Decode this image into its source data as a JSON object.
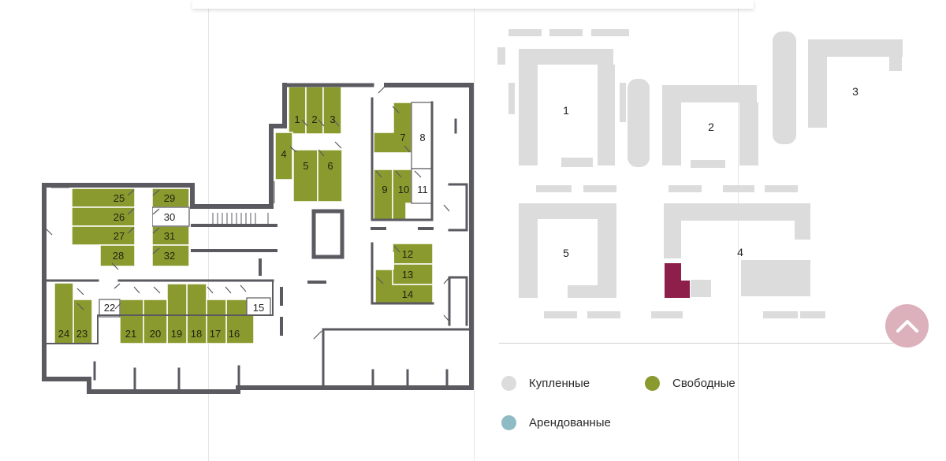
{
  "floor_plan": {
    "cells": [
      {
        "label": "1"
      },
      {
        "label": "2"
      },
      {
        "label": "3"
      },
      {
        "label": "4"
      },
      {
        "label": "5"
      },
      {
        "label": "6"
      },
      {
        "label": "7"
      },
      {
        "label": "8"
      },
      {
        "label": "9"
      },
      {
        "label": "10"
      },
      {
        "label": "11"
      },
      {
        "label": "12"
      },
      {
        "label": "13"
      },
      {
        "label": "14"
      },
      {
        "label": "15"
      },
      {
        "label": "16"
      },
      {
        "label": "17"
      },
      {
        "label": "18"
      },
      {
        "label": "19"
      },
      {
        "label": "20"
      },
      {
        "label": "21"
      },
      {
        "label": "22"
      },
      {
        "label": "23"
      },
      {
        "label": "24"
      },
      {
        "label": "25"
      },
      {
        "label": "26"
      },
      {
        "label": "27"
      },
      {
        "label": "28"
      },
      {
        "label": "29"
      },
      {
        "label": "30"
      },
      {
        "label": "31"
      },
      {
        "label": "32"
      }
    ],
    "colors": {
      "free": "#8a9a2e",
      "wall": "#5a5a60",
      "cell_outline": "#ffffff"
    }
  },
  "site_map": {
    "buildings": [
      {
        "label": "1"
      },
      {
        "label": "2"
      },
      {
        "label": "3"
      },
      {
        "label": "4"
      },
      {
        "label": "5"
      }
    ],
    "colors": {
      "building": "#dcdcdc",
      "highlight": "#8e1f4a"
    }
  },
  "legend": {
    "purchased": {
      "label": "Купленные",
      "color": "#dcdcdc"
    },
    "free": {
      "label": "Свободные",
      "color": "#8a9a2e"
    },
    "rented": {
      "label": "Арендованные",
      "color": "#8fbcc4"
    }
  },
  "scroll_top": {
    "icon": "chevron-up-icon",
    "color": "#d9a9b5"
  }
}
